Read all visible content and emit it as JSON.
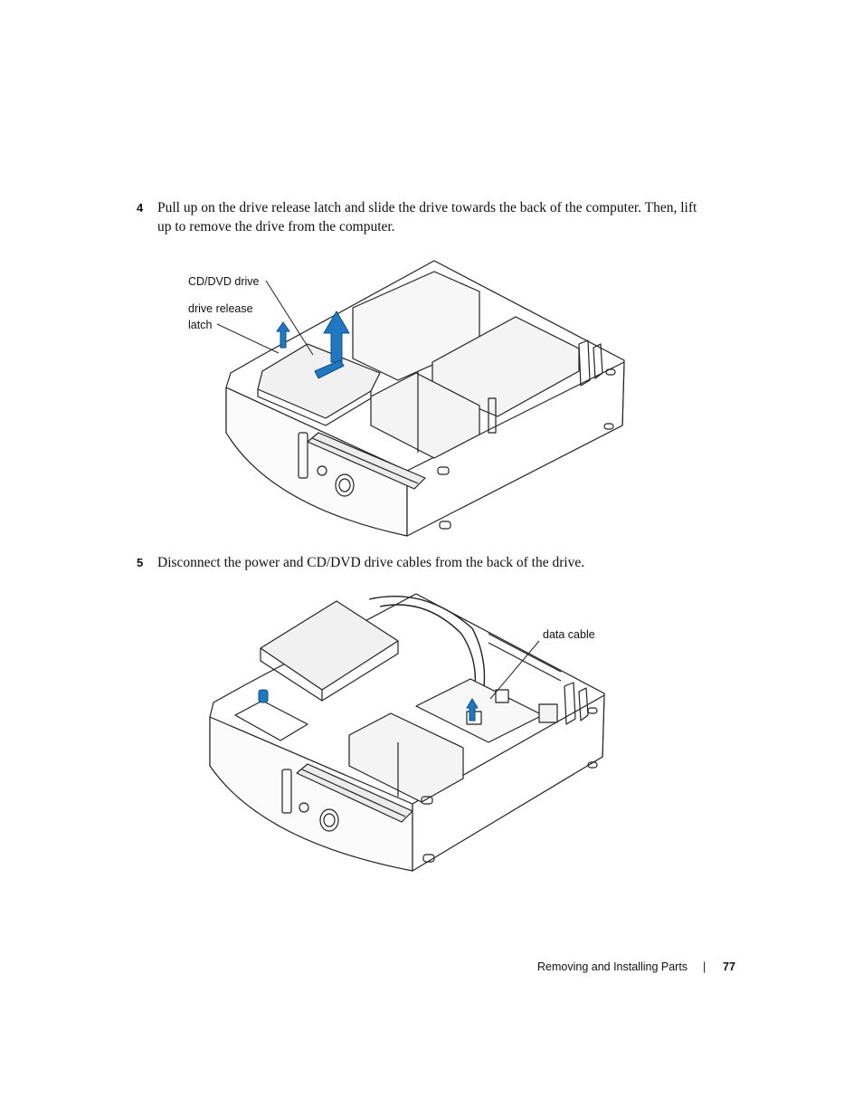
{
  "steps": [
    {
      "number": "4",
      "text": "Pull up on the drive release latch and slide the drive towards the back of the computer. Then, lift up to remove the drive from the computer."
    },
    {
      "number": "5",
      "text": "Disconnect the power and CD/DVD drive cables from the back of the drive."
    }
  ],
  "figure1": {
    "callouts": {
      "cd_dvd_drive": "CD/DVD drive",
      "drive_release_line1": "drive release",
      "drive_release_line2": "latch"
    }
  },
  "figure2": {
    "callouts": {
      "data_cable": "data cable"
    }
  },
  "footer": {
    "section": "Removing and Installing Parts",
    "separator": "|",
    "page": "77"
  },
  "colors": {
    "arrow": "#1f78c1",
    "line": "#222222"
  }
}
